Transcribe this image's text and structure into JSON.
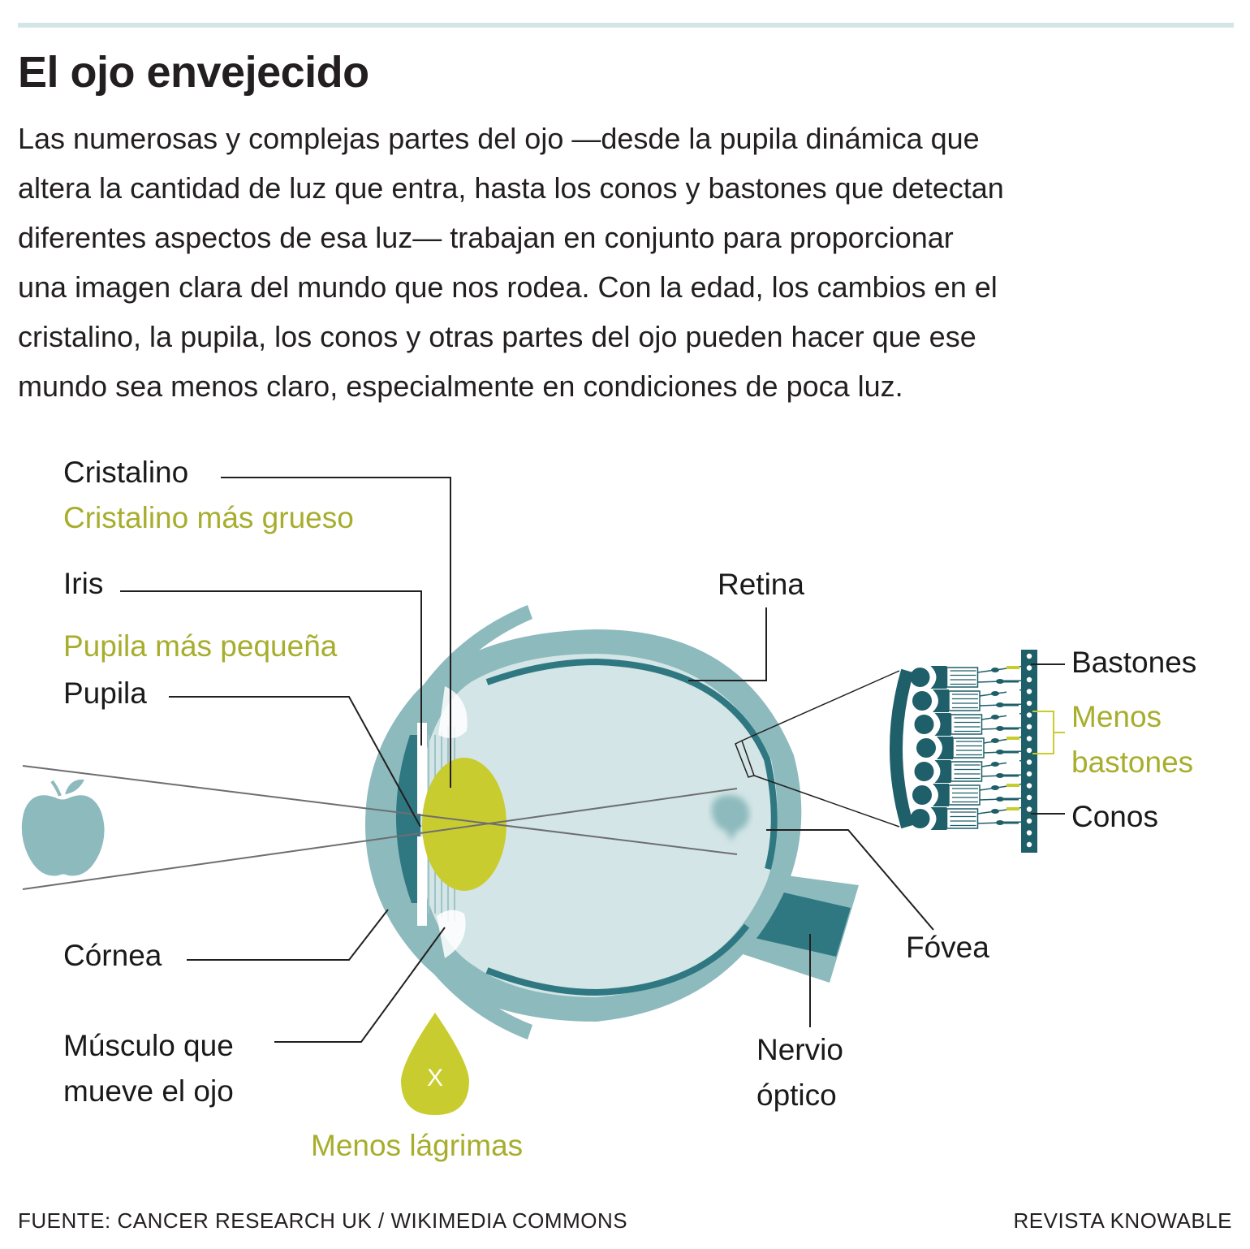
{
  "header": {
    "title": "El ojo envejecido",
    "intro_lines": [
      "Las numerosas y complejas partes del ojo —desde la pupila dinámica que",
      "altera la cantidad de luz que entra, hasta los conos y bastones que detectan",
      "diferentes aspectos de esa luz— trabajan en conjunto para proporcionar",
      "una imagen clara del mundo que nos rodea. Con la edad, los cambios en el",
      "cristalino, la pupila, los conos y otras partes del ojo pueden hacer que ese",
      "mundo sea menos claro, especialmente en condiciones de poca luz."
    ]
  },
  "labels": {
    "cristalino": "Cristalino",
    "cristalino_grueso": "Cristalino más grueso",
    "iris": "Iris",
    "pupila_pequena": "Pupila más pequeña",
    "pupila": "Pupila",
    "cornea": "Córnea",
    "musculo": [
      "Músculo que",
      "mueve el ojo"
    ],
    "menos_lagrimas": "Menos lágrimas",
    "tear_mark": "X",
    "retina": "Retina",
    "fovea": "Fóvea",
    "nervio": [
      "Nervio",
      "óptico"
    ],
    "bastones": "Bastones",
    "menos_bastones": [
      "Menos",
      "bastones"
    ],
    "conos": "Conos"
  },
  "footer": {
    "source": "FUENTE: CANCER RESEARCH UK / WIKIMEDIA COMMONS",
    "credit": "REVISTA KNOWABLE"
  },
  "colors": {
    "eye_outer": "#8dbabd",
    "eye_inner": "#d3e5e6",
    "retina_dark": "#2f7882",
    "cells_dark": "#1f5f69",
    "highlight": "#c9cc2e",
    "highlight_text": "#a7ad2c"
  }
}
